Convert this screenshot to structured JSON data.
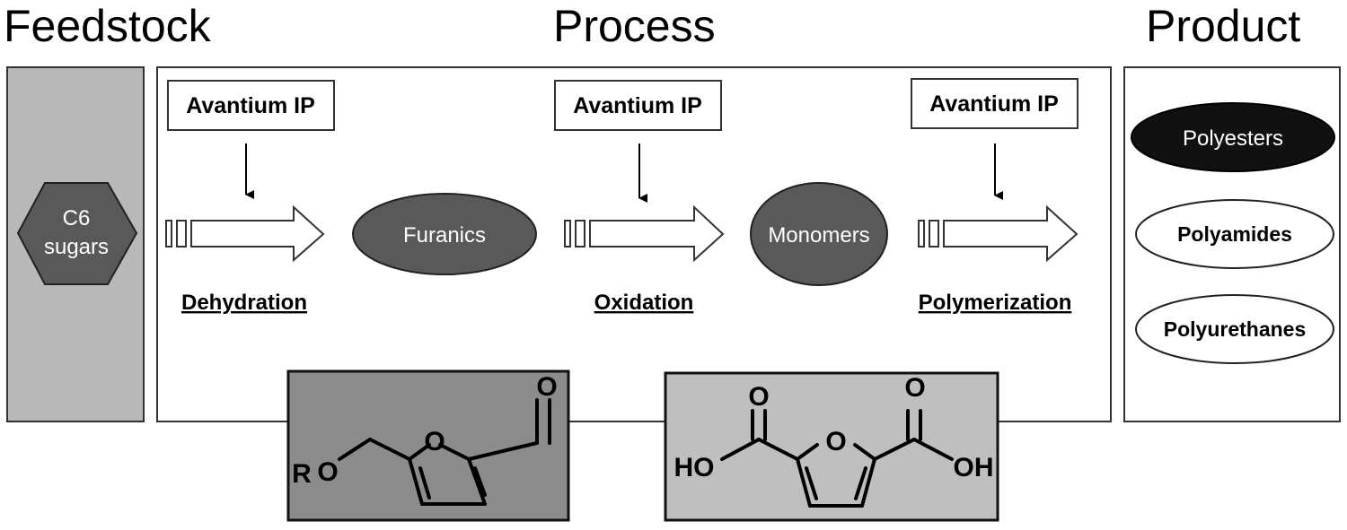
{
  "headers": {
    "feedstock": "Feedstock",
    "process": "Process",
    "product": "Product"
  },
  "feedstock": {
    "line1": "C6",
    "line2": "sugars"
  },
  "ip_boxes": [
    "Avantium IP",
    "Avantium IP",
    "Avantium IP"
  ],
  "steps": [
    "Dehydration",
    "Oxidation",
    "Polymerization"
  ],
  "intermediates": {
    "furanics": "Furanics",
    "monomers": "Monomers"
  },
  "products": [
    "Polyesters",
    "Polyamides",
    "Polyurethanes"
  ],
  "structures": {
    "hmf_ether": {
      "r": "R",
      "o_ether": "O",
      "o_ring": "O",
      "o_carbonyl": "O"
    },
    "fdca": {
      "ho": "HO",
      "oh": "OH",
      "o_left": "O",
      "o_right": "O",
      "o_ring": "O"
    }
  }
}
